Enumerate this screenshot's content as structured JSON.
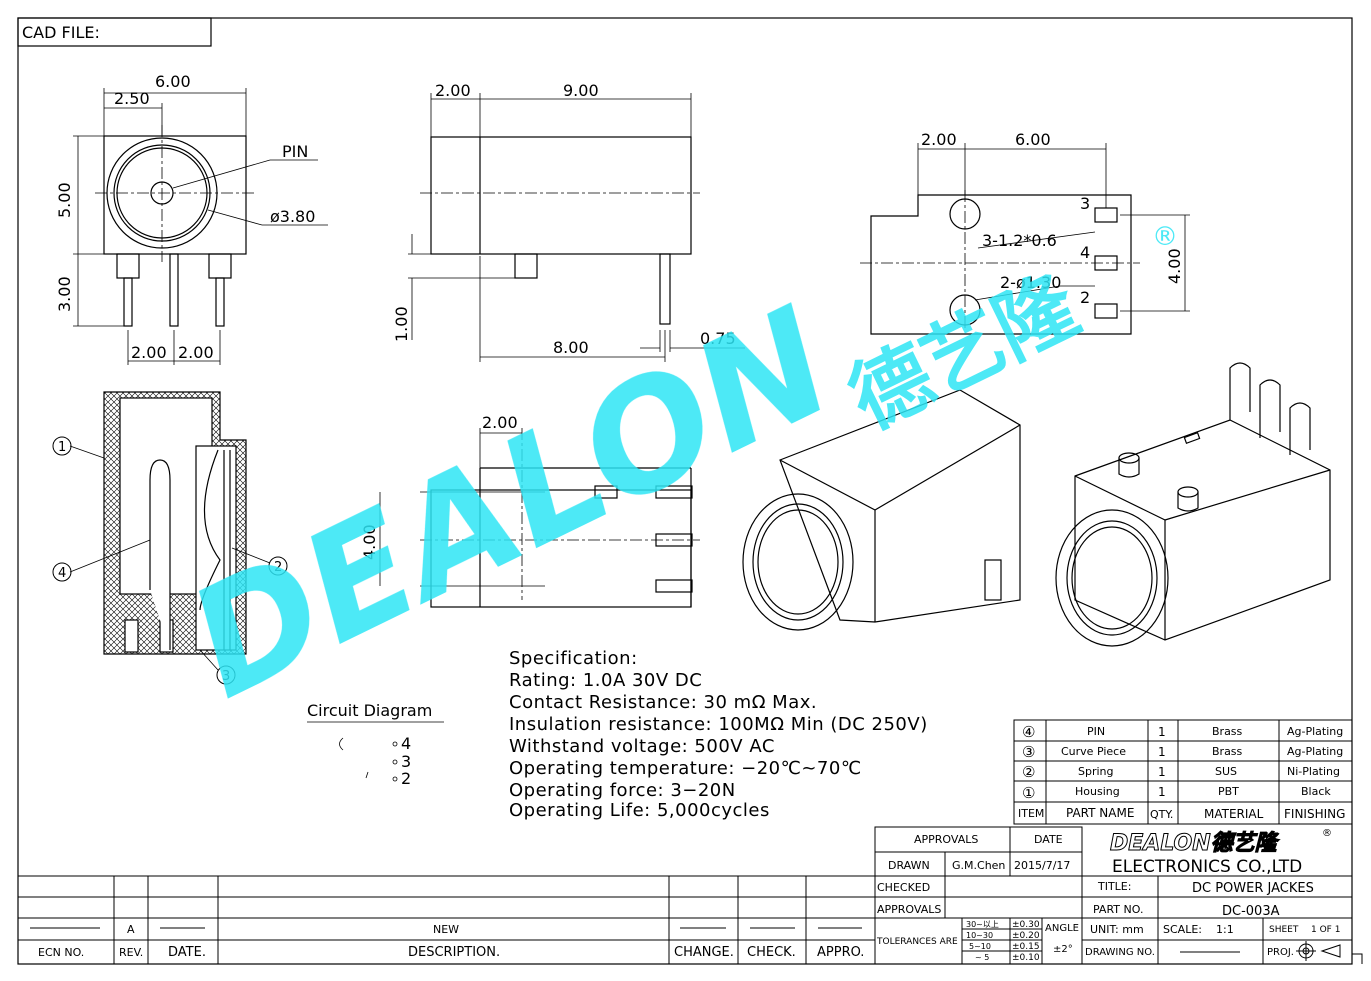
{
  "header": {
    "cad_file_label": "CAD  FILE:"
  },
  "front_view": {
    "width": "6.00",
    "offset": "2.50",
    "height": "5.00",
    "pin_length": "3.00",
    "pin_label": "PIN",
    "diameter": "ø3.80",
    "pitch_left": "2.00",
    "pitch_right": "2.00"
  },
  "side_view": {
    "front_depth": "2.00",
    "body_length": "9.00",
    "pin_drop": "1.00",
    "pin_span": "8.00",
    "pin_thickness": "0.75"
  },
  "footprint": {
    "offset": "2.00",
    "span": "6.00",
    "height": "4.00",
    "slot_spec": "3-1.2*0.6",
    "hole_spec": "2-ø1.30",
    "pad3": "3",
    "pad4": "4",
    "pad2": "2"
  },
  "top_view": {
    "offset": "2.00",
    "height": "4.00"
  },
  "section": {
    "callout1": "1",
    "callout2": "2",
    "callout3": "3",
    "callout4": "4"
  },
  "circuit": {
    "title": "Circuit  Diagram",
    "pin4": "4",
    "pin3": "3",
    "pin2": "2"
  },
  "spec": {
    "lines": [
      "Specification:",
      "Rating:  1.0A  30V  DC",
      "Contact  Resistance:  30  mΩ  Max.",
      "Insulation  resistance:  100MΩ  Min  (DC  250V)",
      "Withstand  voltage:  500V  AC",
      "Operating  temperature:  −20℃~70℃",
      "Operating  force:  3−20N",
      "Operating  Life:  5,000cycles"
    ]
  },
  "bom": {
    "rows": [
      {
        "item": "④",
        "part": "PIN",
        "qty": "1",
        "material": "Brass",
        "finish": "Ag-Plating"
      },
      {
        "item": "③",
        "part": "Curve  Piece",
        "qty": "1",
        "material": "Brass",
        "finish": "Ag-Plating"
      },
      {
        "item": "②",
        "part": "Spring",
        "qty": "1",
        "material": "SUS",
        "finish": "Ni-Plating"
      },
      {
        "item": "①",
        "part": "Housing",
        "qty": "1",
        "material": "PBT",
        "finish": "Black"
      }
    ],
    "headers": {
      "item": "ITEM",
      "part": "PART  NAME",
      "qty": "QTY.",
      "material": "MATERIAL",
      "finish": "FINISHING"
    }
  },
  "title_block": {
    "approvals_label": "APPROVALS",
    "date_label": "DATE",
    "company_logo": "DEALON德艺隆",
    "company_name": "ELECTRONICS  CO.,LTD",
    "drawn_label": "DRAWN",
    "drawn_by": "G.M.Chen",
    "drawn_date": "2015/7/17",
    "checked_label": "CHECKED",
    "approvals2_label": "APPROVALS",
    "title_label": "TITLE:",
    "title_value": "DC  POWER  JACKES",
    "part_no_label": "PART  NO.",
    "part_no_value": "DC-003A",
    "tolerances_label": "TOLERANCES  ARE",
    "tol_ranges": [
      "30~以上",
      "10~30",
      "5~10",
      "~ 5"
    ],
    "tol_values": [
      "±0.30",
      "±0.20",
      "±0.15",
      "±0.10"
    ],
    "angle_label": "ANGLE",
    "angle_value": "±2°",
    "unit_label": "UNIT:  mm",
    "scale_label": "SCALE:",
    "scale_value": "1:1",
    "sheet_label": "SHEET",
    "sheet_value": "1  OF  1",
    "drawing_no_label": "DRAWING  NO.",
    "proj_label": "PROJ."
  },
  "revision": {
    "rev": "A",
    "description": "NEW",
    "headers": {
      "ecn": "ECN  NO.",
      "rev": "REV.",
      "date": "DATE.",
      "desc": "DESCRIPTION.",
      "change": "CHANGE.",
      "check": "CHECK.",
      "appro": "APPRO."
    }
  },
  "watermark": {
    "brand": "DEALON",
    "chinese": "德艺隆",
    "reg": "®",
    "color": "#2ee6f5"
  }
}
